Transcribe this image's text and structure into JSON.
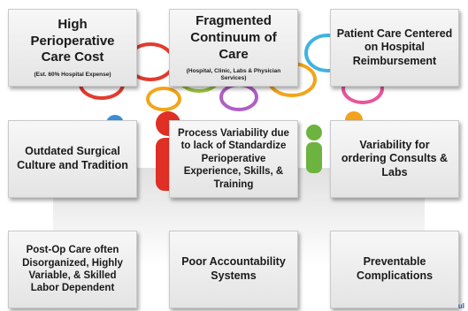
{
  "cards": [
    {
      "title": "High Perioperative Care Cost",
      "note": "(Est. 60% Hospital Expense)"
    },
    {
      "title": "Fragmented Continuum of Care",
      "note": "(Hospital, Clinic, Labs & Physician Services)"
    },
    {
      "title": "Patient Care Centered on Hospital Reimbursement"
    },
    {
      "title": "Outdated Surgical Culture and Tradition"
    },
    {
      "title": "Process Variability due to lack of Standardize Perioperative Experience, Skills, & Training"
    },
    {
      "title": "Variability for ordering Consults & Labs"
    },
    {
      "title": "Post-Op Care often Disorganized, Highly Variable, & Skilled Labor Dependent"
    },
    {
      "title": "Poor Accountability Systems"
    },
    {
      "title": "Preventable Complications"
    }
  ],
  "colors": {
    "speech_bubbles": [
      "#e33b2e",
      "#f2a51a",
      "#9ac43b",
      "#3fb3e0",
      "#b05fc4",
      "#e8569b"
    ],
    "figures": [
      "#e02f25",
      "#3a8fd6",
      "#6cb33f",
      "#f4a11c"
    ]
  },
  "illustration": "people-with-speech-bubbles",
  "watermark": "ul"
}
